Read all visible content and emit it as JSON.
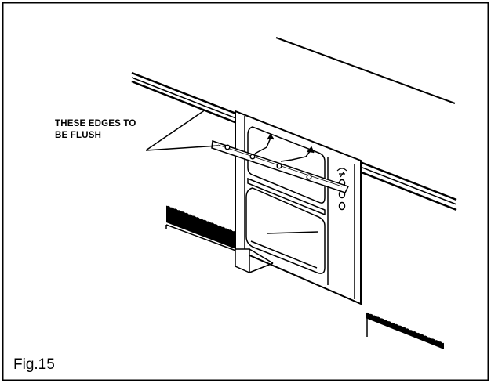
{
  "callout": {
    "line1": "THESE EDGES TO",
    "line2": "BE FLUSH"
  },
  "figure": {
    "label": "Fig.15"
  },
  "colors": {
    "ink": "#000000",
    "paper": "#ffffff"
  }
}
